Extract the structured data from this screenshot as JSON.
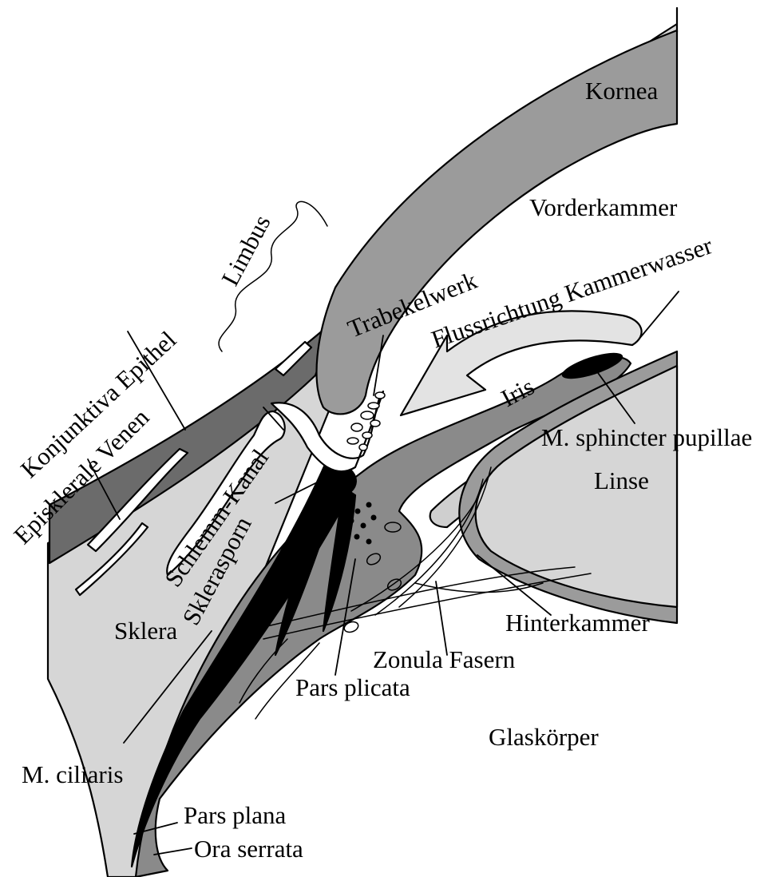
{
  "colors": {
    "white": "#ffffff",
    "light_gray": "#d6d6d6",
    "mid_gray": "#9b9b9b",
    "dark_gray": "#6b6b6b",
    "black": "#000000"
  },
  "labels": {
    "kornea": "Kornea",
    "vorderkammer": "Vorderkammer",
    "flussrichtung": "Flussrichtung Kammerwasser",
    "limbus": "Limbus",
    "trabekelwerk": "Trabekelwerk",
    "konjunktiva": "Konjunktiva Epithel",
    "episklerale": "Episklerale Venen",
    "schlemm": "Schlemm-Kanal",
    "sklerasporn": "Sklerasporn",
    "iris": "Iris",
    "sphincter": "M. sphincter pupillae",
    "linse": "Linse",
    "hinterkammer": "Hinterkammer",
    "zonula": "Zonula Fasern",
    "sklera": "Sklera",
    "pars_plicata": "Pars plicata",
    "glaskoerper": "Glaskörper",
    "ciliaris": "M. ciliaris",
    "pars_plana": "Pars plana",
    "ora_serrata": "Ora serrata"
  }
}
